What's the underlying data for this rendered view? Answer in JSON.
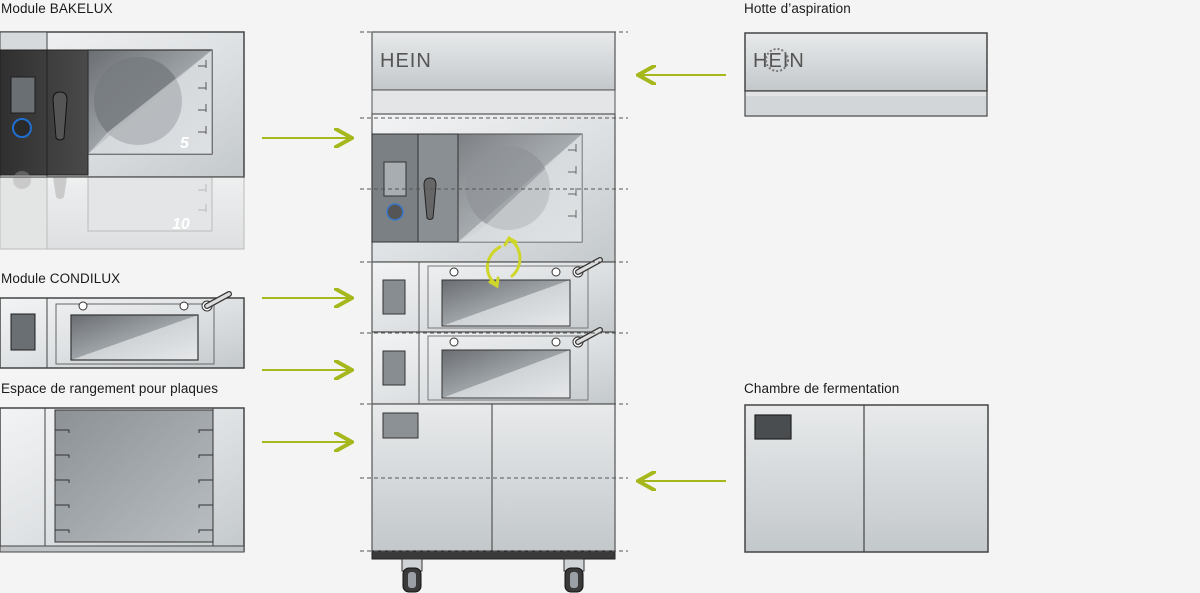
{
  "labels": {
    "bakelux": "Module BAKELUX",
    "condilux": "Module CONDILUX",
    "storage": "Espace de rangement pour plaques",
    "hood": "Hotte d’aspiration",
    "proofer": "Chambre de fermentation"
  },
  "brand": {
    "logo_main": "HEIN",
    "logo_hood": "HEIN"
  },
  "tray_counts": {
    "bakelux_small": "5",
    "bakelux_large": "10"
  },
  "colors": {
    "background": "#f4f4f4",
    "arrow": "#a6b71c",
    "exchange_arrow": "#cfd62a",
    "outline": "#333333",
    "steel_light": "#e9ebed",
    "steel_mid": "#cfd3d6",
    "steel_dark": "#9fa5aa",
    "control_panel": "#3b3b3b",
    "knob_ring": "#1f6fd0"
  },
  "icons": {
    "hood_logo": "gear-logo-icon",
    "arrows": "right-arrow-icon",
    "swap": "swap-arrows-icon"
  }
}
